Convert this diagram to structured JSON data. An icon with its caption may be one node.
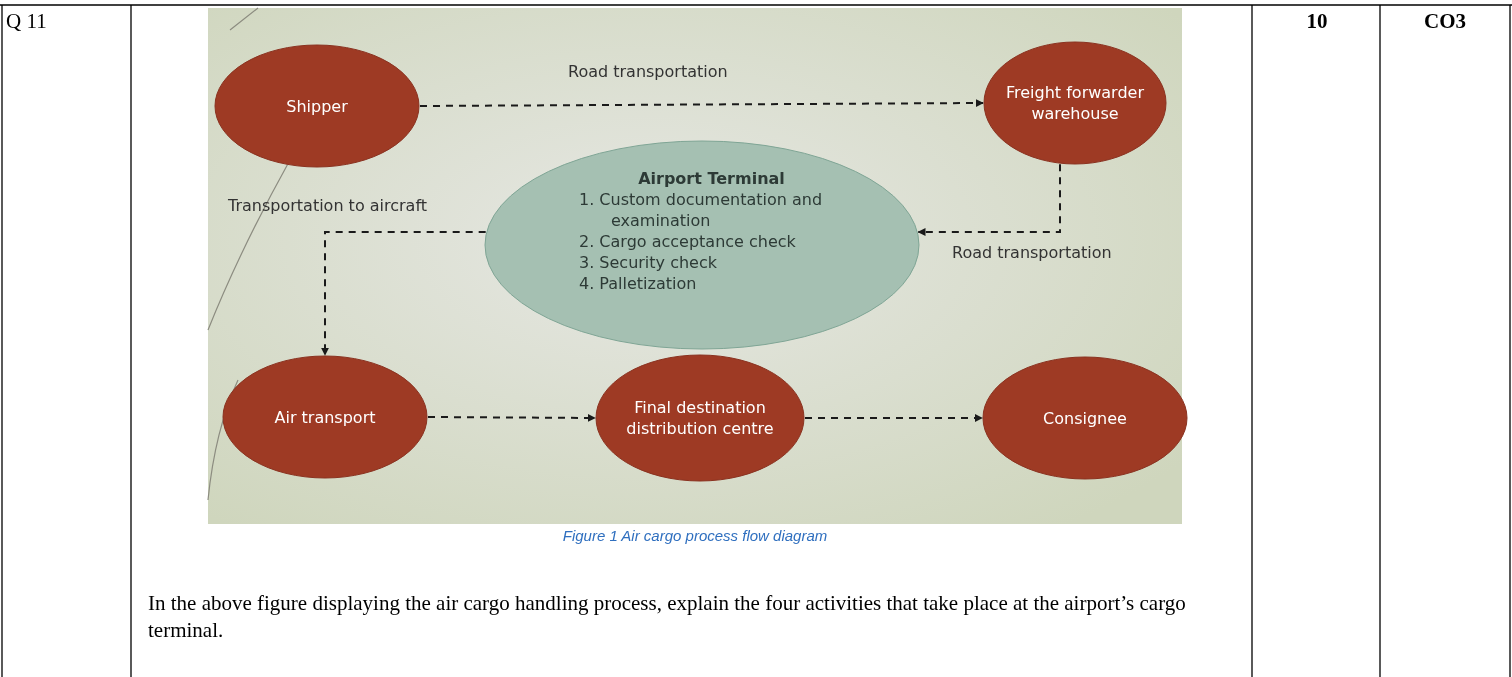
{
  "diagram": {
    "caption": "Figure 1 Air cargo process flow diagram",
    "nodes": [
      {
        "text": [
          "Shipper"
        ]
      },
      {
        "text": [
          "Freight forwarder warehouse"
        ]
      },
      {
        "text": [
          "Airport Terminal",
          "1. Custom documentation and examination",
          "2. Cargo acceptance check",
          "3. Security check",
          "4. Palletization"
        ]
      },
      {
        "text": [
          "Air transport"
        ]
      },
      {
        "text": [
          "Final destination distribution centre"
        ]
      },
      {
        "text": [
          "Consignee"
        ]
      }
    ],
    "edges": [
      {
        "from": 0,
        "to": 1,
        "arrow": "to",
        "label": "Road transportation",
        "style": "dashed"
      },
      {
        "from": 1,
        "to": 2,
        "arrow": "to",
        "label": "Road transportation",
        "style": "dashed"
      },
      {
        "from": 2,
        "to": 3,
        "arrow": "to",
        "label": "Transportation to aircraft",
        "style": "dashed"
      },
      {
        "from": 3,
        "to": 4,
        "arrow": "to",
        "style": "dashed"
      },
      {
        "from": 4,
        "to": 5,
        "arrow": "to",
        "style": "dashed"
      }
    ],
    "labels": [
      "Q 11",
      "10",
      "CO3",
      "In the above figure displaying the air cargo handling process, explain the four activities that take place at the airport’s cargo terminal."
    ]
  }
}
